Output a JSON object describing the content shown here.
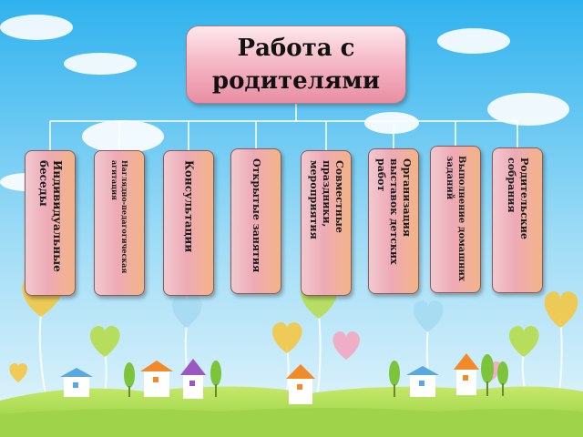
{
  "diagram": {
    "root": {
      "label": "Работа с родителями"
    },
    "children": [
      {
        "label": "Индивидуальные беседы"
      },
      {
        "label": "Наглядно-педагогическая агитация"
      },
      {
        "label": "Консультации"
      },
      {
        "label": "Открытые занятия"
      },
      {
        "label": "Совместные праздники, мероприятия"
      },
      {
        "label": "Организация выставок детских работ"
      },
      {
        "label": "Выполнение домашних заданий"
      },
      {
        "label": "Родительские собрания"
      }
    ]
  },
  "colors": {
    "sky_top": "#3ab7ee",
    "sky_bottom": "#d9f1fb",
    "grass": "#a8d84a",
    "box_pink": "#efa6b5",
    "box_orange": "#f3b486",
    "connector": "#ffffff"
  }
}
